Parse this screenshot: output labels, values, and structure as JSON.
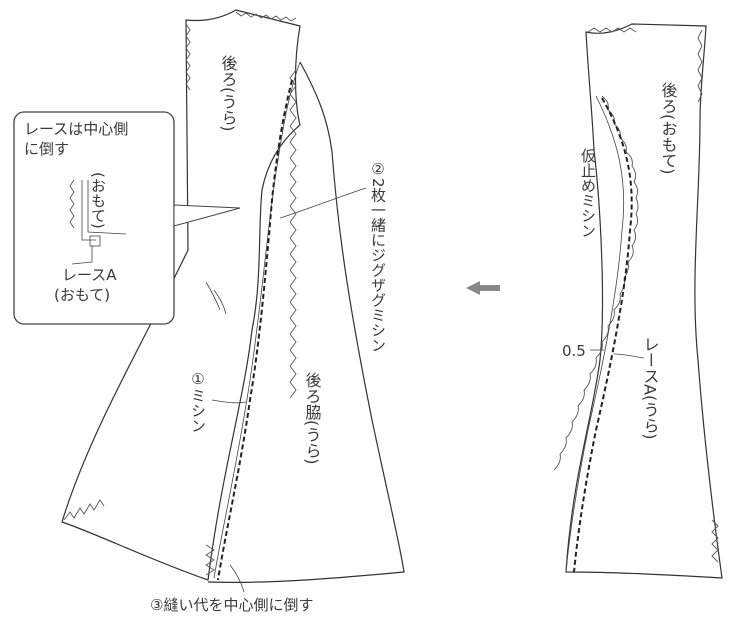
{
  "left_figure": {
    "back_label": "後ろ(うら)",
    "back_side_label": "後ろ脇(うら)",
    "step1": "①ミシン",
    "step2": "②2枚一緒にジグザグミシン",
    "step3": "③縫い代を中心側に倒す"
  },
  "inset": {
    "note_line1": "レースは中心側",
    "note_line2": "に倒す",
    "face_label": "(おもて)",
    "lace_label_line1": "レースA",
    "lace_label_line2": "(おもて)"
  },
  "arrow": {
    "direction": "left"
  },
  "right_figure": {
    "back_label": "後ろ(おもて)",
    "basting_label": "仮止めミシン",
    "measure_label": "0.5",
    "lace_label": "レースA(うら)"
  }
}
